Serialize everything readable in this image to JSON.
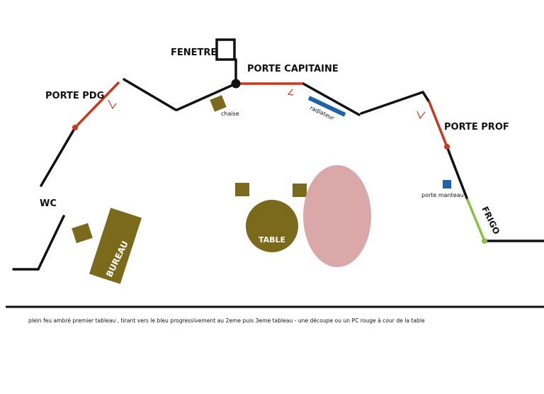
{
  "labels": {
    "fenetre": "FENETRE",
    "porte_capitaine": "PORTE CAPITAINE",
    "porte_pdg": "PORTE PDG",
    "porte_prof": "PORTE PROF",
    "wc": "WC",
    "frigo": "FRIGO",
    "chaise": "chaise",
    "radiateur": "radiateur",
    "porte_manteau": "porte manteau",
    "table": "TABLE",
    "bureau": "BUREAU"
  },
  "note": "plein feu ambré premier tableau , tirant vers le bleu progressivement au 2eme puis 3eme tableau  -  une découpe ou un PC rouge à cour de la table",
  "colors": {
    "wall": "#111111",
    "door": "#c8371e",
    "frigo": "#86c340",
    "furniture": "#7b6a1c",
    "radiator": "#1f62a8",
    "light_zone": "#dba8aa"
  }
}
